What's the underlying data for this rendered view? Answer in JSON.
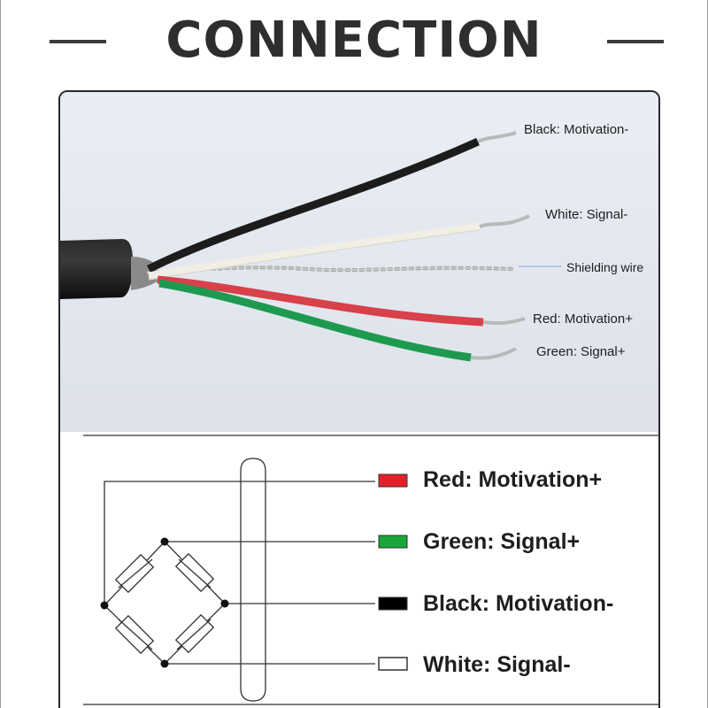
{
  "header": {
    "title": "CONNECTION"
  },
  "photo": {
    "labels": {
      "black": "Black: Motivation-",
      "white": "White: Signal-",
      "shield": "Shielding wire",
      "red": "Red: Motivation+",
      "green": "Green: Signal+"
    },
    "colors": {
      "black": "#1c1c1c",
      "white": "#eeeae0",
      "red": "#d8404a",
      "green": "#1e9a50",
      "shield_leader": "#7fa6d6"
    }
  },
  "schematic": {
    "legend": [
      {
        "label": "Red: Motivation+",
        "color": "#e3202a"
      },
      {
        "label": "Green: Signal+",
        "color": "#1aa63a"
      },
      {
        "label": "Black: Motivation-",
        "color": "#000000"
      },
      {
        "label": "White: Signal-",
        "color": "#ffffff"
      }
    ]
  }
}
